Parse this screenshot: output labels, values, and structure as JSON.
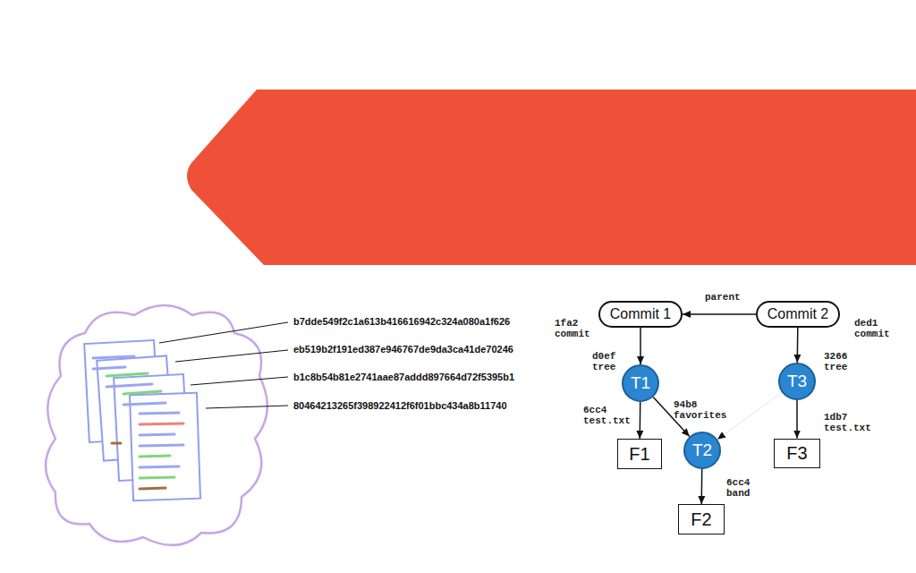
{
  "diagram": {
    "nodes": [
      {
        "text": [
          "Commit 1"
        ]
      },
      {
        "text": [
          "Commit 2"
        ]
      },
      {
        "text": [
          "T1"
        ]
      },
      {
        "text": [
          "T3"
        ]
      },
      {
        "text": [
          "F1"
        ]
      },
      {
        "text": [
          "T2"
        ]
      },
      {
        "text": [
          "F3"
        ]
      },
      {
        "text": [
          "F2"
        ]
      }
    ],
    "edges": [
      {
        "from": 1,
        "to": 0,
        "arrow": "to",
        "label": "parent"
      },
      {
        "from": 0,
        "to": 2,
        "arrow": "to",
        "label": "d0ef tree"
      },
      {
        "from": 2,
        "to": 4,
        "arrow": "to",
        "label": "6cc4 test.txt"
      },
      {
        "from": 2,
        "to": 5,
        "arrow": "to",
        "label": "94b8 favorites"
      },
      {
        "from": 1,
        "to": 3,
        "arrow": "to",
        "label": "3266 tree"
      },
      {
        "from": 3,
        "to": 6,
        "arrow": "to",
        "label": "1db7 test.txt"
      },
      {
        "from": 3,
        "to": 5,
        "arrow": "to"
      },
      {
        "from": 5,
        "to": 7,
        "arrow": "to",
        "label": "6cc4 band"
      }
    ],
    "labels": [
      "b7dde549f2c1a613b416616942c324a080a1f626",
      "eb519b2f191ed387e946767de9da3ca41de70246",
      "b1c8b54b81e2741aae87addd897664d72f5395b1",
      "80464213265f398922412f6f01bbc434a8b11740",
      "1fa2 commit",
      "ded1 commit"
    ]
  }
}
